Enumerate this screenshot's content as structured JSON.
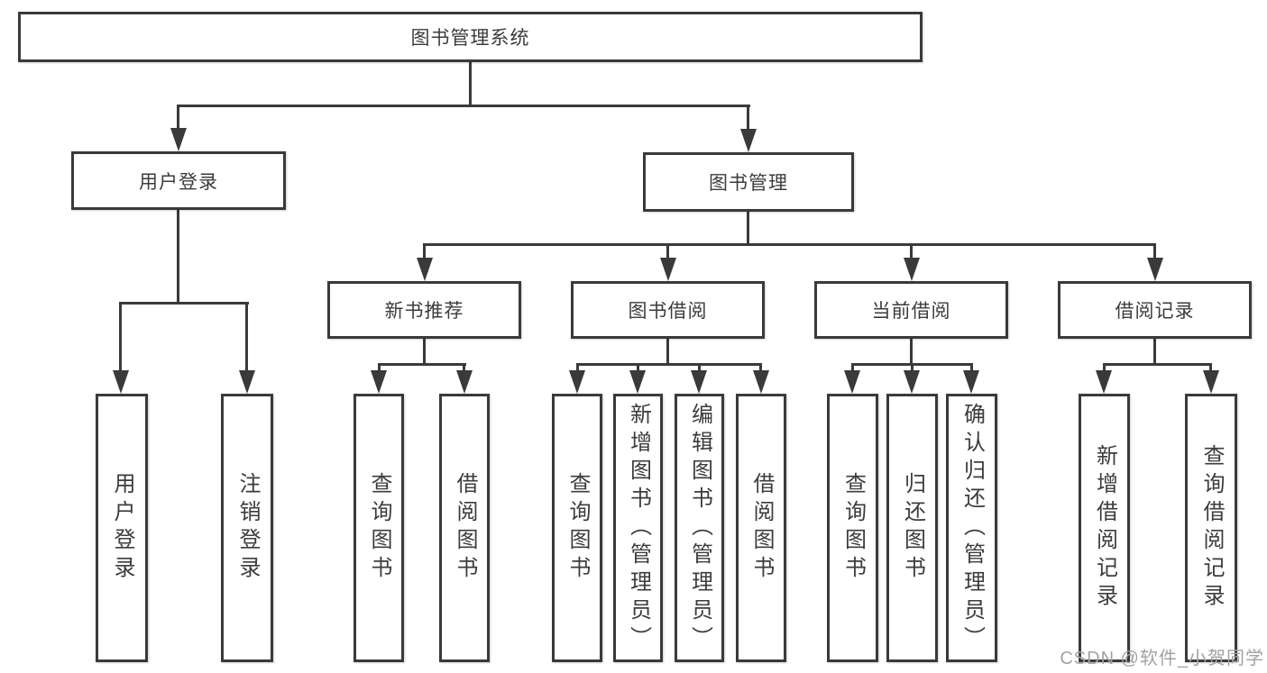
{
  "diagram": {
    "root": {
      "label": "图书管理系统"
    },
    "user_login": {
      "label": "用户登录",
      "children": [
        {
          "label": "用户登录"
        },
        {
          "label": "注销登录"
        }
      ]
    },
    "book_mgmt": {
      "label": "图书管理",
      "sections": [
        {
          "label": "新书推荐",
          "children": [
            {
              "label": "查询图书"
            },
            {
              "label": "借阅图书"
            }
          ]
        },
        {
          "label": "图书借阅",
          "children": [
            {
              "label": "查询图书"
            },
            {
              "label": "新增图书（管理员）"
            },
            {
              "label": "编辑图书（管理员）"
            },
            {
              "label": "借阅图书"
            }
          ]
        },
        {
          "label": "当前借阅",
          "children": [
            {
              "label": "查询图书"
            },
            {
              "label": "归还图书"
            },
            {
              "label": "确认归还（管理员）"
            }
          ]
        },
        {
          "label": "借阅记录",
          "children": [
            {
              "label": "新增借阅记录"
            },
            {
              "label": "查询借阅记录"
            }
          ]
        }
      ]
    }
  },
  "watermark": {
    "text": "CSDN @软件_小贺同学"
  },
  "colors": {
    "line": "#3a3a3a",
    "text": "#3c3c3c",
    "background": "#ffffff",
    "watermark": "#a2a2a2"
  }
}
